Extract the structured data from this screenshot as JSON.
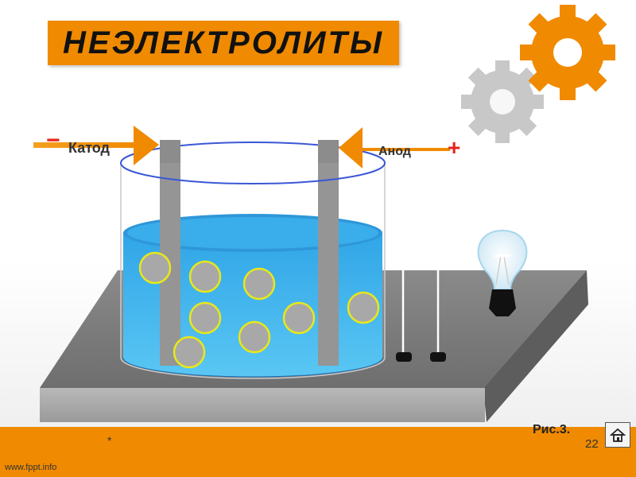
{
  "slide": {
    "title": "НЕЭЛЕКТРОЛИТЫ",
    "cathode_label": "Катод",
    "anode_label": "Анод",
    "minus_sign": "−",
    "plus_sign": "+",
    "figure_label": "Рис.3.",
    "footer_asterisk": "*",
    "page_number": "22",
    "site": "www.fppt.info"
  },
  "icons": {
    "home": "home-icon",
    "gears": "gear-icon",
    "bulb": "light-bulb-icon"
  },
  "colors": {
    "accent_orange": "#f08a00",
    "liquid_blue": "#2aa9e8",
    "particle_outline": "#e8e81a",
    "particle_fill": "#a8a8a8",
    "sign_red": "#e8251b",
    "electrode_gray": "#8c8c8c"
  }
}
